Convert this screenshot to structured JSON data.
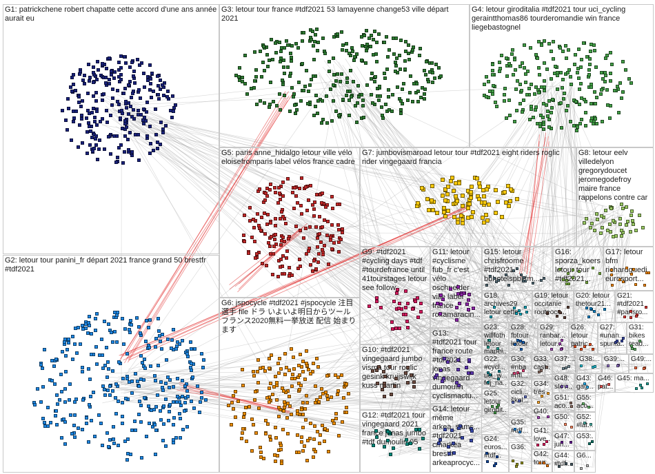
{
  "colors": {
    "background": "#ffffff",
    "edge": "#8c8c8c",
    "edge_highlight": "#e02020",
    "box_border": "#c8c8c8",
    "label_text": "#1a1a1a"
  },
  "groups": [
    {
      "id": "G1",
      "label": "G1: patrickchene robert chapatte cette accord d'une ans année aurait eu",
      "color": "#1a237e"
    },
    {
      "id": "G2",
      "label": "G2: letour tour panini_fr départ 2021 france grand 50 brestfr #tdf2021",
      "color": "#1e88e5"
    },
    {
      "id": "G3",
      "label": "G3: letour tour france #tdf2021 53 lamayenne change53 ville départ 2021",
      "color": "#2e7d32"
    },
    {
      "id": "G4",
      "label": "G4: letour giroditalia #tdf2021 tour uci_cycling geraintthomas86 tourderomandie win france liegebastognel",
      "color": "#43a047"
    },
    {
      "id": "G5",
      "label": "G5: paris anne_hidalgo letour ville vélo eloisefromparis label vélos france cadre",
      "color": "#c62828"
    },
    {
      "id": "G6",
      "label": "G6: jspocycle #tdf2021 #jspocycle 注目選手 file ドラ いよいよ明日からツール フランス2020無料一挙放送 配信 始まります",
      "color": "#ef8f00"
    },
    {
      "id": "G7",
      "label": "G7: jumbovismaroad letour tour #tdf2021 eight riders roglic rider vingegaard francia",
      "color": "#f9c90b"
    },
    {
      "id": "G8",
      "label": "G8: letour eelv villedelyon gregorydoucet jeromegodefroy maire france rappelons contre car",
      "color": "#9ccc65"
    },
    {
      "id": "G9",
      "label": "G9: #tdf2021 #cycling days #tdf #tourdefrance until 41tourstages letour see follow",
      "color": "#d81b60"
    },
    {
      "id": "G10",
      "label": "G10: #tdf2021 vingegaard jumbo visma tour roglic gesink kruijswijk kuss martin",
      "color": "#6d4c41"
    },
    {
      "id": "G11",
      "label": "G11: letour #cyclisme fub_fr c'est vélo oschneider ville label france roxamaracin...",
      "color": "#8e24aa"
    },
    {
      "id": "G12",
      "label": "G12: #tdf2021 tour vingegaard 2021 france jonas jumbo #tdf dumoulin 05",
      "color": "#00897b"
    },
    {
      "id": "G13",
      "label": "G13: #tdf2021 tour france route #tdf2021 jonas vingegaard dumoulin cyclismactu...",
      "color": "#5e35b1"
    },
    {
      "id": "G14",
      "label": "G14: letour même arkea_sams... #tdf2021 cmarkea brestfr arkeaprocyc...",
      "color": "#3949ab"
    },
    {
      "id": "G15",
      "label": "G15: letour chrisfroome #tdf2021 bbhotelspbkfm...",
      "color": "#546e7a"
    },
    {
      "id": "G16",
      "label": "G16: sporza_koers letour tour #tdf2021...",
      "color": "#7cb342"
    },
    {
      "id": "G17",
      "label": "G17: letour bfm richardguedj eurosport...",
      "color": "#fb8c00"
    },
    {
      "id": "G18",
      "label": "G18: archives29 letour cette...",
      "color": "#00acc1"
    },
    {
      "id": "G19",
      "label": "G19: letour occitanie routeocc...",
      "color": "#5d4037"
    },
    {
      "id": "G20",
      "label": "G20: letour thetour21...",
      "color": "#0288d1"
    },
    {
      "id": "G21",
      "label": "G21: #tdf2021 #parisro...",
      "color": "#e53935"
    },
    {
      "id": "G23",
      "label": "G23: willfoth letour mapei...",
      "color": "#26a69a"
    },
    {
      "id": "G28",
      "label": "G28: fbtour letour",
      "color": "#1565c0"
    },
    {
      "id": "G29",
      "label": "G29: ranbar... letour...",
      "color": "#ab47bc"
    },
    {
      "id": "G26",
      "label": "G26: letour patric...",
      "color": "#f4511e"
    },
    {
      "id": "G27",
      "label": "G27: #unan... spunta...",
      "color": "#3949ab"
    },
    {
      "id": "G31",
      "label": "G31: bikes read...",
      "color": "#66bb6a"
    },
    {
      "id": "G22",
      "label": "G22: #cycl... uci_w... fdj_na...",
      "color": "#00838f"
    },
    {
      "id": "G30",
      "label": "G30: #nba #nfl...",
      "color": "#ec407a"
    },
    {
      "id": "G33",
      "label": "G33: cast...",
      "color": "#8d6e63"
    },
    {
      "id": "G37",
      "label": "G37:...",
      "color": "#78909c"
    },
    {
      "id": "G38",
      "label": "G38:...",
      "color": "#26c6da"
    },
    {
      "id": "G39",
      "label": "G39:...",
      "color": "#9575cd"
    },
    {
      "id": "G49",
      "label": "G49:...",
      "color": "#ff7043"
    },
    {
      "id": "G25",
      "label": "G25: letour girodit...",
      "color": "#43a047"
    },
    {
      "id": "G32",
      "label": "G32: cicli... škol...",
      "color": "#5c6bc0"
    },
    {
      "id": "G34",
      "label": "G34: trés",
      "color": "#ffa726"
    },
    {
      "id": "G48",
      "label": "G48: stev...",
      "color": "#7e57c2"
    },
    {
      "id": "G43",
      "label": "G43: gag...",
      "color": "#29b6f6"
    },
    {
      "id": "G46",
      "label": "G46: pat...",
      "color": "#ef5350"
    },
    {
      "id": "G45",
      "label": "G45: ma...",
      "color": "#26a69a"
    },
    {
      "id": "G51",
      "label": "G51: aco...",
      "color": "#8d6e63"
    },
    {
      "id": "G55",
      "label": "G55: aco...",
      "color": "#66bb6a"
    },
    {
      "id": "G35",
      "label": "G35: #tdf...",
      "color": "#1e88e5"
    },
    {
      "id": "G40",
      "label": "G40:",
      "color": "#ab47bc"
    },
    {
      "id": "G50",
      "label": "G50:",
      "color": "#ff8a65"
    },
    {
      "id": "G52",
      "label": "G52: #lat...",
      "color": "#4db6ac"
    },
    {
      "id": "G24",
      "label": "G24: euros... #tdf...",
      "color": "#0d47a1"
    },
    {
      "id": "G36",
      "label": "G36:",
      "color": "#9e9d24"
    },
    {
      "id": "G41",
      "label": "G41: love...",
      "color": "#e91e63"
    },
    {
      "id": "G47",
      "label": "G47: jun...",
      "color": "#6a1b9a"
    },
    {
      "id": "G53",
      "label": "G53:...",
      "color": "#00796b"
    },
    {
      "id": "G42",
      "label": "G42: tour...",
      "color": "#f57c00"
    },
    {
      "id": "G44",
      "label": "G44: #tdf...",
      "color": "#455a64"
    },
    {
      "id": "G6b",
      "label": "G6...",
      "color": "#bdbdbd"
    }
  ]
}
